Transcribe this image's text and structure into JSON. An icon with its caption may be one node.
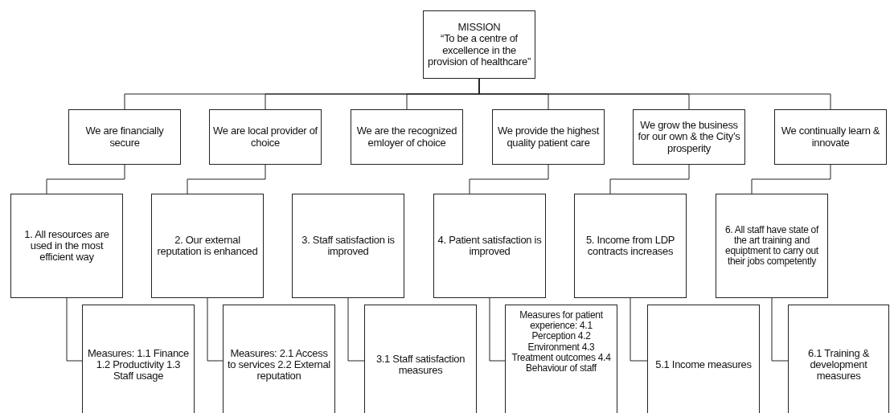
{
  "diagram": {
    "nodes": [
      {
        "text": [
          "MISSION",
          "“To be a centre of excellence in the provision of healthcare”"
        ]
      },
      {
        "text": [
          "We are financially secure"
        ]
      },
      {
        "text": [
          "We are local provider of choice"
        ]
      },
      {
        "text": [
          "We are the recognized emloyer of choice"
        ]
      },
      {
        "text": [
          "We provide the highest quality patient care"
        ]
      },
      {
        "text": [
          "We grow the business for our own & the City’s prosperity"
        ]
      },
      {
        "text": [
          "We continually learn & innovate"
        ]
      },
      {
        "text": [
          "1. All resources are used in the most efficient way"
        ]
      },
      {
        "text": [
          "2. Our external reputation is enhanced"
        ]
      },
      {
        "text": [
          "3. Staff satisfaction is improved"
        ]
      },
      {
        "text": [
          "4. Patient satisfaction is improved"
        ]
      },
      {
        "text": [
          "5. Income from LDP contracts increases"
        ]
      },
      {
        "text": [
          "6. All staff have state of the art training and equiptment to carry out their jobs competently"
        ]
      },
      {
        "text": [
          "Measures: 1.1 Finance 1.2 Productivity 1.3 Staff usage"
        ]
      },
      {
        "text": [
          "Measures: 2.1 Access to services 2.2 External reputation"
        ]
      },
      {
        "text": [
          "3.1 Staff satisfaction measures"
        ]
      },
      {
        "text": [
          "Measures for patient experience: 4.1 Perception 4.2 Environment 4.3 Treatment outcomes 4.4 Behaviour of staff"
        ]
      },
      {
        "text": [
          "5.1 Income measures"
        ]
      },
      {
        "text": [
          "6.1 Training & development measures"
        ]
      }
    ],
    "edges": [
      {
        "from": 0,
        "to": 1,
        "arrow": "none"
      },
      {
        "from": 0,
        "to": 2,
        "arrow": "none"
      },
      {
        "from": 0,
        "to": 3,
        "arrow": "none"
      },
      {
        "from": 0,
        "to": 4,
        "arrow": "none"
      },
      {
        "from": 0,
        "to": 5,
        "arrow": "none"
      },
      {
        "from": 0,
        "to": 6,
        "arrow": "none"
      },
      {
        "from": 1,
        "to": 7,
        "arrow": "none"
      },
      {
        "from": 2,
        "to": 8,
        "arrow": "none"
      },
      {
        "from": 4,
        "to": 10,
        "arrow": "none"
      },
      {
        "from": 5,
        "to": 11,
        "arrow": "none"
      },
      {
        "from": 6,
        "to": 12,
        "arrow": "none"
      },
      {
        "from": 7,
        "to": 13,
        "arrow": "none"
      },
      {
        "from": 8,
        "to": 14,
        "arrow": "none"
      },
      {
        "from": 9,
        "to": 15,
        "arrow": "none"
      },
      {
        "from": 10,
        "to": 16,
        "arrow": "none"
      },
      {
        "from": 11,
        "to": 17,
        "arrow": "none"
      },
      {
        "from": 12,
        "to": 18,
        "arrow": "none"
      }
    ]
  }
}
